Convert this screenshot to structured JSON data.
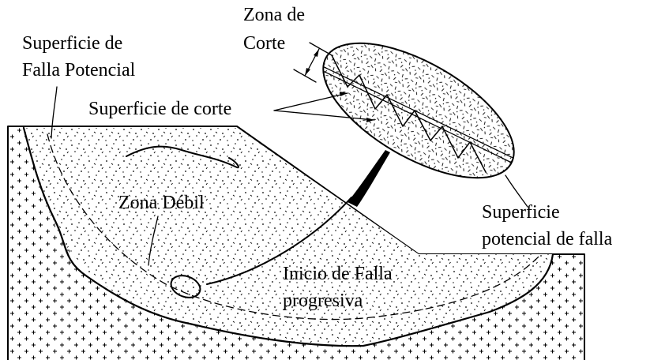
{
  "labels": {
    "potential_failure_surface": [
      "Superficie de",
      "Falla Potencial"
    ],
    "shear_zone": [
      "Zona de",
      "Corte"
    ],
    "shear_surface": "Superficie de corte",
    "weak_zone": "Zona Débil",
    "potential_failure_surface_detail": [
      "Superficie",
      "potencial de falla"
    ],
    "progressive_failure_start": [
      "Inicio de Falla",
      "progresiva"
    ]
  },
  "colors": {
    "ink": "#000000",
    "background": "#ffffff"
  }
}
